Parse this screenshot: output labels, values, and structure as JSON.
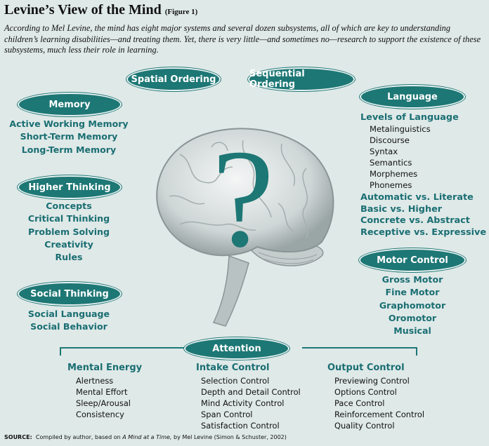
{
  "title": "Levine’s View of the Mind",
  "figure_label": "(Figure 1)",
  "intro": "According to Mel Levine, the mind has eight major systems and several dozen subsystems, all of which are key to understanding children’s learning disabilities—and treating them.  Yet, there is very little—and sometimes no—research to support the existence of these subsystems, much less their role in learning.",
  "center_icon": "brain-with-question-mark",
  "spatial": {
    "label": "Spatial Ordering"
  },
  "sequential": {
    "label": "Sequential Ordering"
  },
  "memory": {
    "label": "Memory",
    "items": [
      "Active Working Memory",
      "Short-Term Memory",
      "Long-Term Memory"
    ]
  },
  "higher": {
    "label": "Higher Thinking",
    "items": [
      "Concepts",
      "Critical Thinking",
      "Problem Solving",
      "Creativity",
      "Rules"
    ]
  },
  "social": {
    "label": "Social Thinking",
    "items": [
      "Social Language",
      "Social Behavior"
    ]
  },
  "language": {
    "label": "Language",
    "levels_heading": "Levels of Language",
    "levels": [
      "Metalinguistics",
      "Discourse",
      "Syntax",
      "Semantics",
      "Morphemes",
      "Phonemes"
    ],
    "items": [
      "Automatic vs. Literate",
      "Basic vs. Higher",
      "Concrete vs. Abstract",
      "Receptive vs. Expressive"
    ]
  },
  "motor": {
    "label": "Motor Control",
    "items": [
      "Gross Motor",
      "Fine Motor",
      "Graphomotor",
      "Oromotor",
      "Musical"
    ]
  },
  "attention": {
    "label": "Attention",
    "groups": [
      {
        "heading": "Mental Energy",
        "items": [
          "Alertness",
          "Mental Effort",
          "Sleep/Arousal",
          "Consistency"
        ]
      },
      {
        "heading": "Intake Control",
        "items": [
          "Selection Control",
          "Depth and Detail Control",
          "Mind Activity Control",
          "Span Control",
          "Satisfaction Control"
        ]
      },
      {
        "heading": "Output Control",
        "items": [
          "Previewing Control",
          "Options Control",
          "Pace Control",
          "Reinforcement Control",
          "Quality Control"
        ]
      }
    ]
  },
  "source": {
    "label": "SOURCE:",
    "text": "Compiled by author, based on",
    "book": "A Mind at a Time,",
    "rest": "by Mel Levine (Simon & Schuster, 2002)"
  }
}
